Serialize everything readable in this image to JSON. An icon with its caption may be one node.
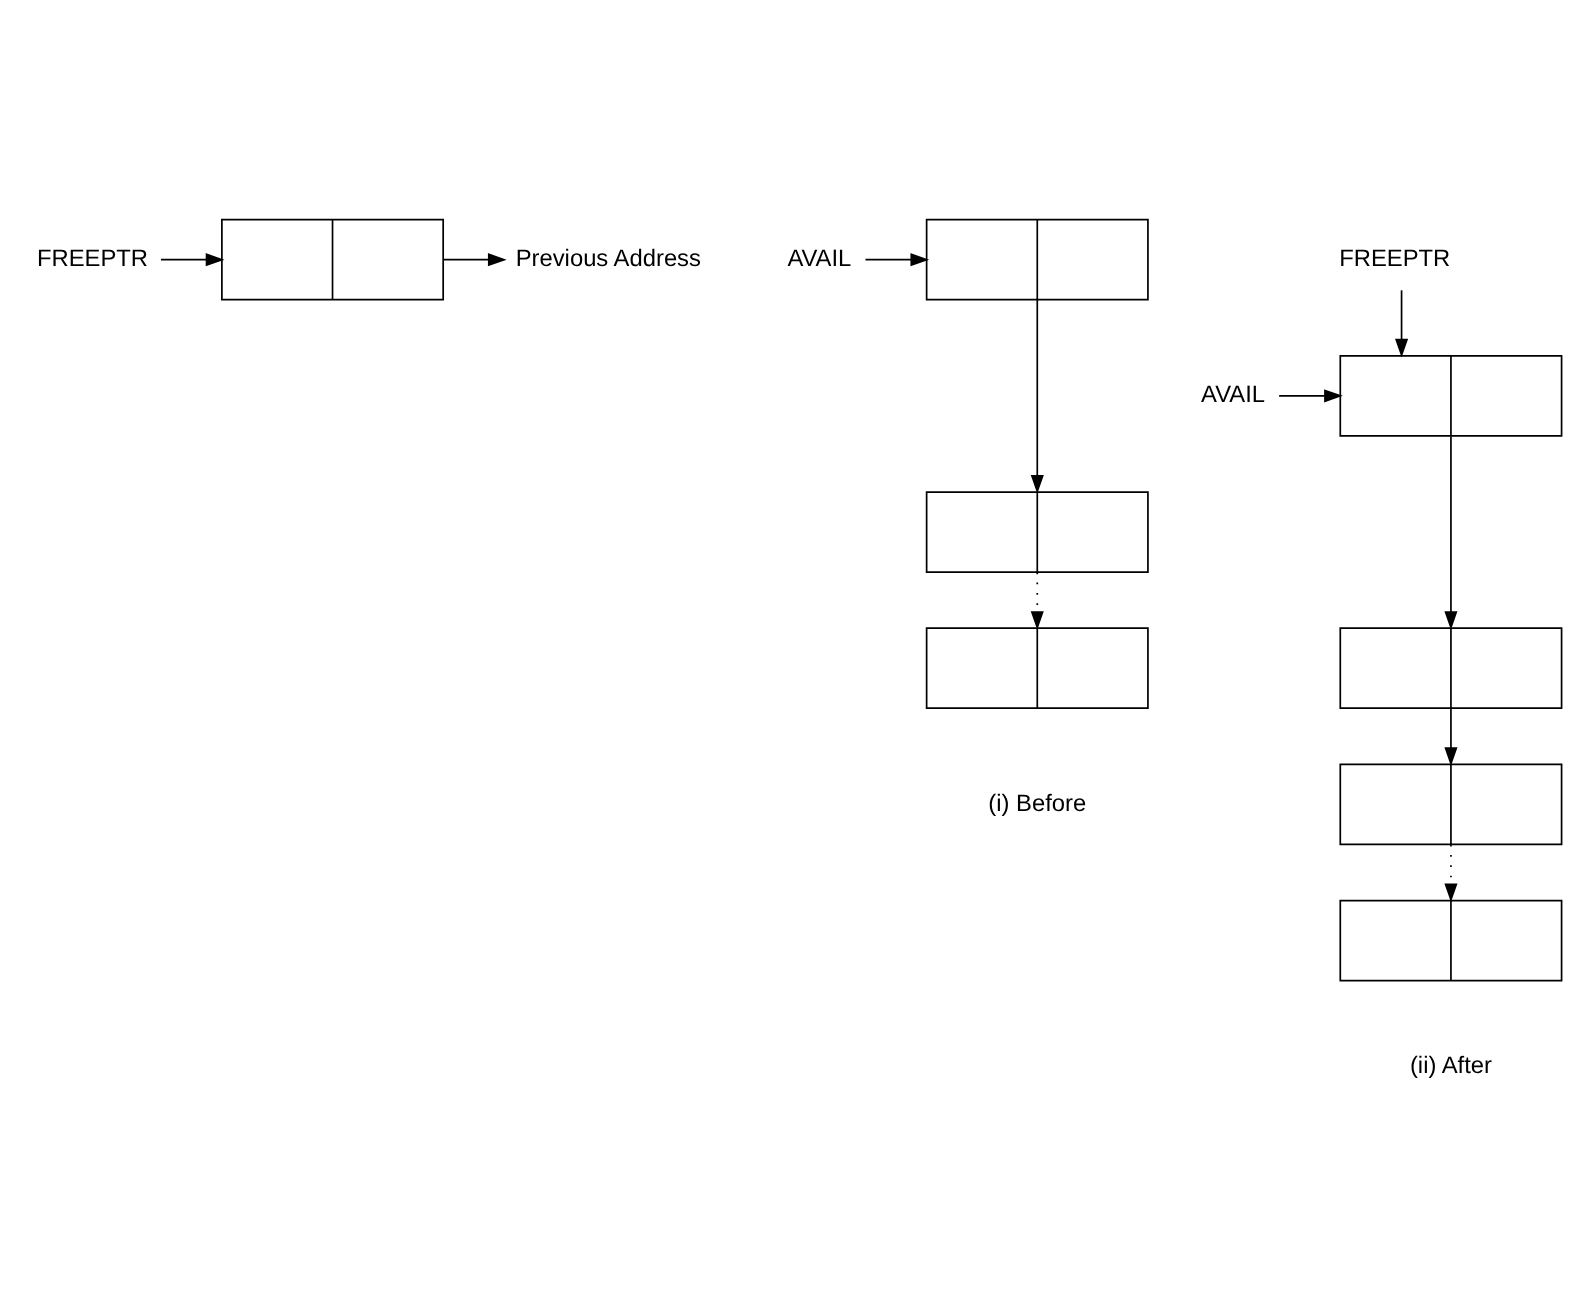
{
  "diagram": {
    "nodes": [
      {
        "text": [
          "FREEPTR"
        ]
      },
      {
        "text": [],
        "shape": "box"
      },
      {
        "text": [
          "Previous Address"
        ]
      },
      {
        "text": [
          "AVAIL"
        ]
      },
      {
        "text": [],
        "shape": "box"
      },
      {
        "text": [],
        "shape": "box"
      },
      {
        "text": [],
        "shape": "box"
      },
      {
        "text": [
          "FREEPTR"
        ]
      },
      {
        "text": [
          "AVAIL"
        ]
      },
      {
        "text": [],
        "shape": "box"
      },
      {
        "text": [],
        "shape": "box"
      },
      {
        "text": [],
        "shape": "box"
      },
      {
        "text": [],
        "shape": "box"
      }
    ],
    "edges": [
      {
        "from": 0,
        "to": 1,
        "arrow": "to"
      },
      {
        "from": 1,
        "to": 2,
        "arrow": "to"
      },
      {
        "from": 3,
        "to": 4,
        "arrow": "to"
      },
      {
        "from": 4,
        "to": 5,
        "arrow": "to"
      },
      {
        "from": 5,
        "to": 6,
        "arrow": "to",
        "style": "dashed"
      },
      {
        "from": 7,
        "to": 9,
        "arrow": "to"
      },
      {
        "from": 8,
        "to": 9,
        "arrow": "to"
      },
      {
        "from": 9,
        "to": 10,
        "arrow": "to"
      },
      {
        "from": 10,
        "to": 11,
        "arrow": "to"
      },
      {
        "from": 11,
        "to": 12,
        "arrow": "to",
        "style": "dashed"
      }
    ],
    "labels": [
      "(i) Before",
      "(ii) After"
    ]
  }
}
